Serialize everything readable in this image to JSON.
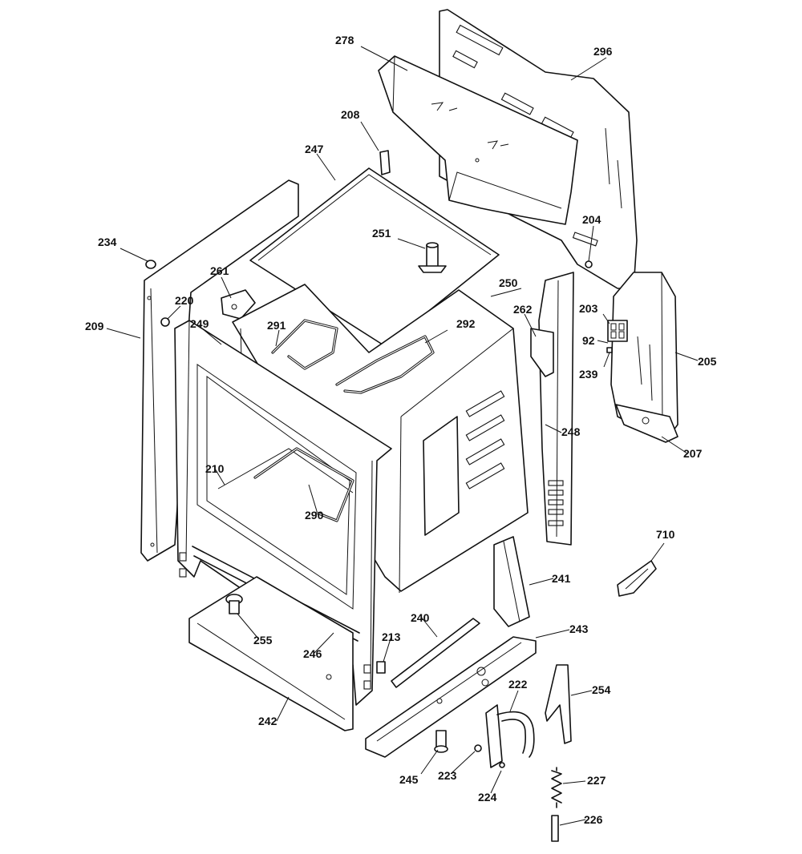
{
  "diagram": {
    "callouts": [
      {
        "id": "p278",
        "label": "278"
      },
      {
        "id": "p296",
        "label": "296"
      },
      {
        "id": "p208",
        "label": "208"
      },
      {
        "id": "p247",
        "label": "247"
      },
      {
        "id": "p204",
        "label": "204"
      },
      {
        "id": "p234",
        "label": "234"
      },
      {
        "id": "p251",
        "label": "251"
      },
      {
        "id": "p261",
        "label": "261"
      },
      {
        "id": "p250",
        "label": "250"
      },
      {
        "id": "p220",
        "label": "220"
      },
      {
        "id": "p262",
        "label": "262"
      },
      {
        "id": "p203",
        "label": "203"
      },
      {
        "id": "p249",
        "label": "249"
      },
      {
        "id": "p291",
        "label": "291"
      },
      {
        "id": "p292",
        "label": "292"
      },
      {
        "id": "p209",
        "label": "209"
      },
      {
        "id": "p92",
        "label": "92"
      },
      {
        "id": "p205",
        "label": "205"
      },
      {
        "id": "p239",
        "label": "239"
      },
      {
        "id": "p248",
        "label": "248"
      },
      {
        "id": "p207",
        "label": "207"
      },
      {
        "id": "p210",
        "label": "210"
      },
      {
        "id": "p290",
        "label": "290"
      },
      {
        "id": "p710",
        "label": "710"
      },
      {
        "id": "p241",
        "label": "241"
      },
      {
        "id": "p240",
        "label": "240"
      },
      {
        "id": "p243",
        "label": "243"
      },
      {
        "id": "p255",
        "label": "255"
      },
      {
        "id": "p213",
        "label": "213"
      },
      {
        "id": "p246",
        "label": "246"
      },
      {
        "id": "p222",
        "label": "222"
      },
      {
        "id": "p254",
        "label": "254"
      },
      {
        "id": "p242",
        "label": "242"
      },
      {
        "id": "p245",
        "label": "245"
      },
      {
        "id": "p223",
        "label": "223"
      },
      {
        "id": "p227",
        "label": "227"
      },
      {
        "id": "p224",
        "label": "224"
      },
      {
        "id": "p226",
        "label": "226"
      }
    ]
  }
}
